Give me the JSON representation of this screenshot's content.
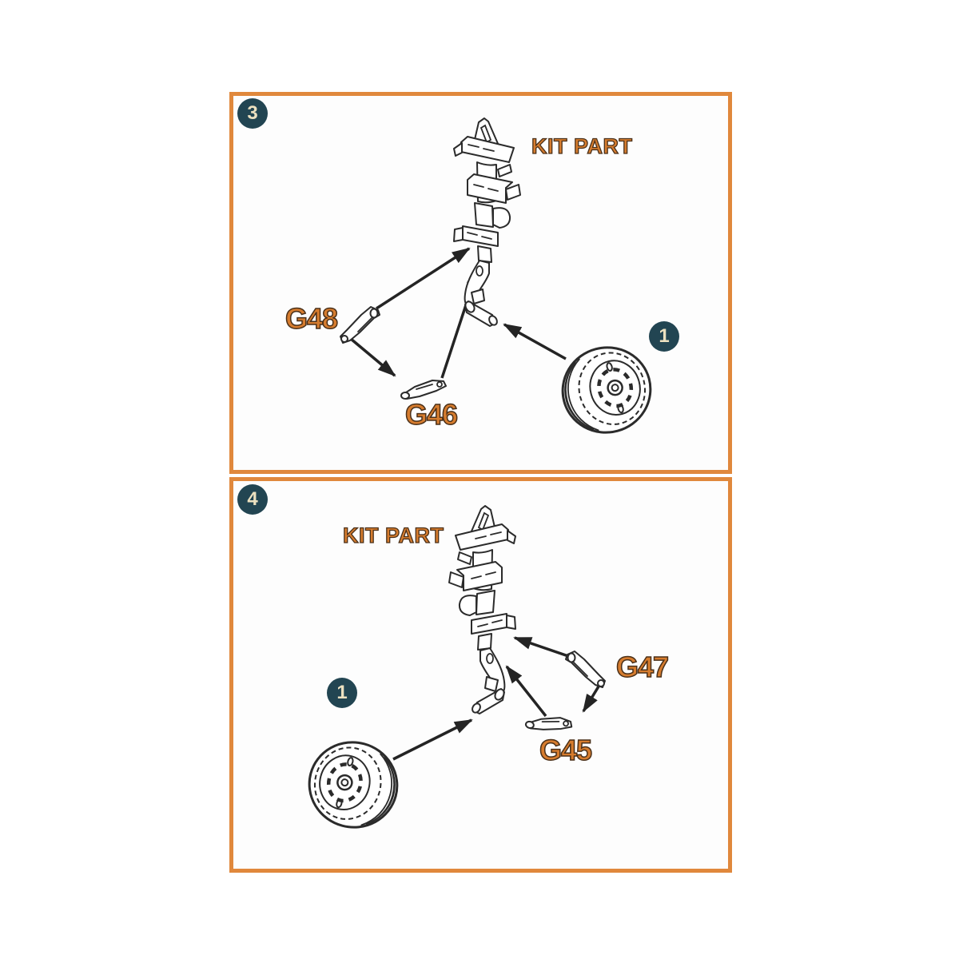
{
  "colors": {
    "panel_border": "#e0883c",
    "badge_background": "#224552",
    "badge_text": "#ece1c0",
    "label_fill": "#d67c2e",
    "label_outline": "#4a3019",
    "line_art": "#2b2b2b"
  },
  "panels": [
    {
      "step": "3",
      "kit_part_label": "KIT PART",
      "resin_part_labels": [
        "G48",
        "G46"
      ],
      "wheel_badge": "1"
    },
    {
      "step": "4",
      "kit_part_label": "KIT PART",
      "resin_part_labels": [
        "G47",
        "G45"
      ],
      "wheel_badge": "1"
    }
  ]
}
